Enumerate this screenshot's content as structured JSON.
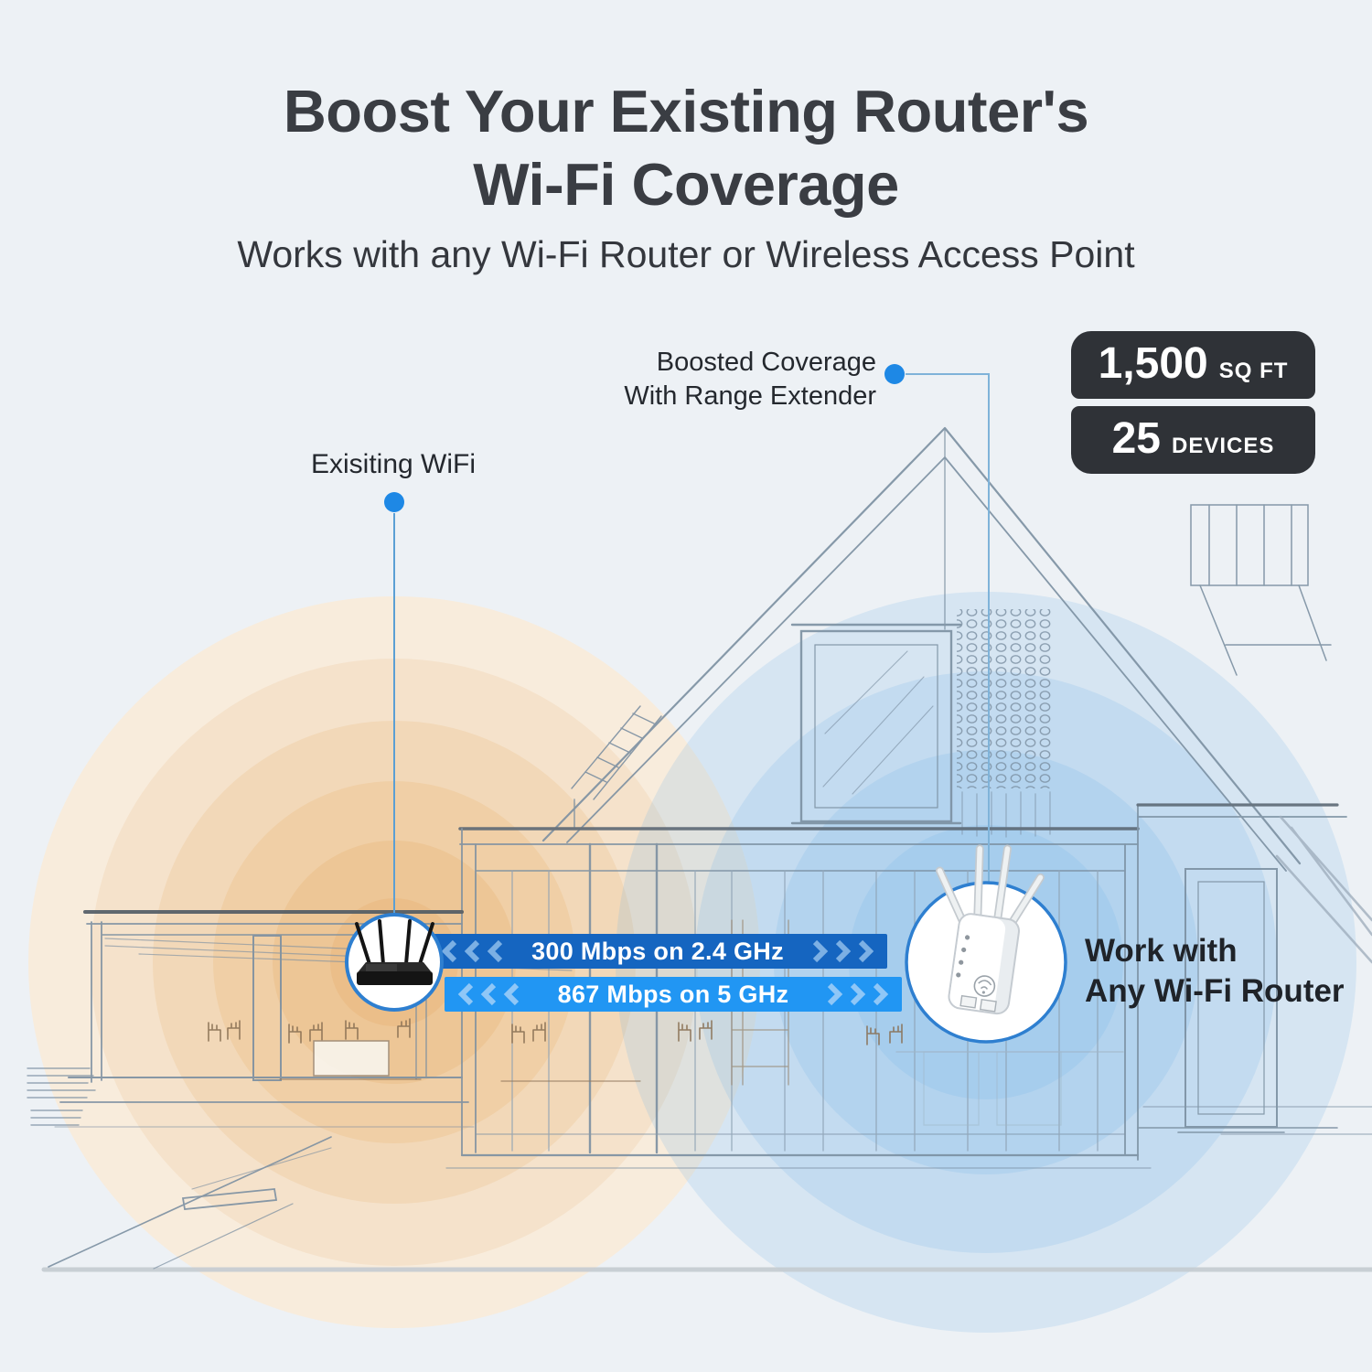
{
  "header": {
    "title_line1": "Boost Your Existing Router's",
    "title_line2": "Wi-Fi Coverage",
    "subtitle": "Works with any Wi-Fi Router or Wireless Access Point"
  },
  "callouts": {
    "existing_wifi": {
      "label": "Exisiting WiFi"
    },
    "boosted": {
      "line1": "Boosted Coverage",
      "line2": "With Range Extender"
    },
    "work_with": {
      "line1": "Work with",
      "line2": "Any Wi-Fi Router"
    }
  },
  "stats": [
    {
      "value": "1,500",
      "unit": "SQ FT"
    },
    {
      "value": "25",
      "unit": "DEVICES"
    }
  ],
  "speed_bands": [
    {
      "label": "300 Mbps on 2.4 GHz",
      "band": "2.4 GHz"
    },
    {
      "label": "867 Mbps on 5 GHz",
      "band": "5 GHz"
    }
  ],
  "icons": {
    "callout_dot": "blue-dot-marker",
    "left_chevrons": "triple-angle-left",
    "right_chevrons": "triple-angle-right",
    "router": "wireless-router-4-antennas",
    "extender": "wall-plug-range-extender-4-antennas"
  },
  "colors": {
    "background": "#edf1f5",
    "title_text": "#3a3d43",
    "stat_badge_background": "#2f3237",
    "stat_badge_text": "#ffffff",
    "band_24ghz": "#1565c0",
    "band_5ghz": "#2196f3",
    "band_text": "#ffffff",
    "chevron_24ghz": "#7cb0e4",
    "chevron_5ghz": "#8fc7f7",
    "callout_accent": "#1e88e5",
    "device_circle_border": "#2e7fd0",
    "existing_coverage_ring": "#ebbe89",
    "boosted_coverage_ring": "#9ccbee",
    "sketch_line": "#7b8fa1"
  }
}
